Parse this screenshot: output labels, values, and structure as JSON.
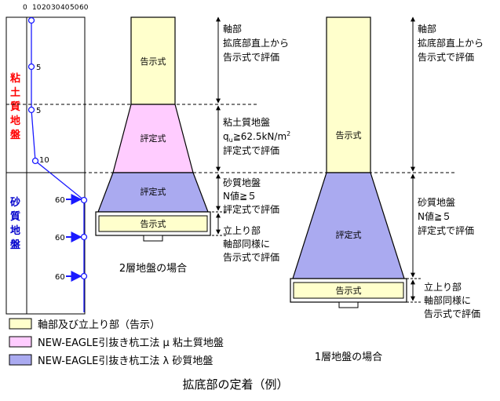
{
  "colors": {
    "clay_layer": "#ff0000",
    "sand_layer": "#0000cc",
    "shaft": "#ffffcc",
    "clay_zone": "#ffccff",
    "sand_zone": "#aaaaf0",
    "n_line": "#1a1aff"
  },
  "n_profile": {
    "ticks": [
      "0",
      "10",
      "20",
      "30",
      "40",
      "50",
      "60"
    ],
    "clay_label": "粘土質地盤",
    "sand_label": "砂質地盤",
    "clay_values": [
      "5",
      "5",
      "10"
    ],
    "sand_values": [
      "60",
      "60",
      "60"
    ]
  },
  "diagram_2layer": {
    "shaft_label": "告示式",
    "clay_zone_label": "評定式",
    "sand_zone_label": "評定式",
    "base_label": "告示式",
    "caption": "2層地盤の場合",
    "note_shaft": [
      "軸部",
      "拡底部直上から",
      "告示式で評価"
    ],
    "note_clay": [
      "粘土質地盤",
      "q",
      "u",
      "≧62.5kN/m",
      "2",
      "評定式で評価"
    ],
    "note_sand": [
      "砂質地盤",
      "N値≧５",
      "評定式で評価"
    ],
    "note_base": [
      "立上り部",
      "軸部同様に",
      "告示式で評価"
    ]
  },
  "diagram_1layer": {
    "shaft_label": "告示式",
    "zone_label": "評定式",
    "base_label": "告示式",
    "caption": "1層地盤の場合",
    "note_shaft": [
      "軸部",
      "拡底部直上から",
      "告示式で評価"
    ],
    "note_sand": [
      "砂質地盤",
      "N値≧５",
      "評定式で評価"
    ],
    "note_base": [
      "立上り部",
      "軸部同様に",
      "告示式で評価"
    ]
  },
  "legend": [
    {
      "label": "軸部及び立上り部（告示）",
      "color_key": "shaft"
    },
    {
      "label": "NEW-EAGLE引抜き杭工法 μ 粘土質地盤",
      "color_key": "clay_zone"
    },
    {
      "label": "NEW-EAGLE引抜き杭工法 λ 砂質地盤",
      "color_key": "sand_zone"
    }
  ],
  "title": "拡底部の定着（例）"
}
